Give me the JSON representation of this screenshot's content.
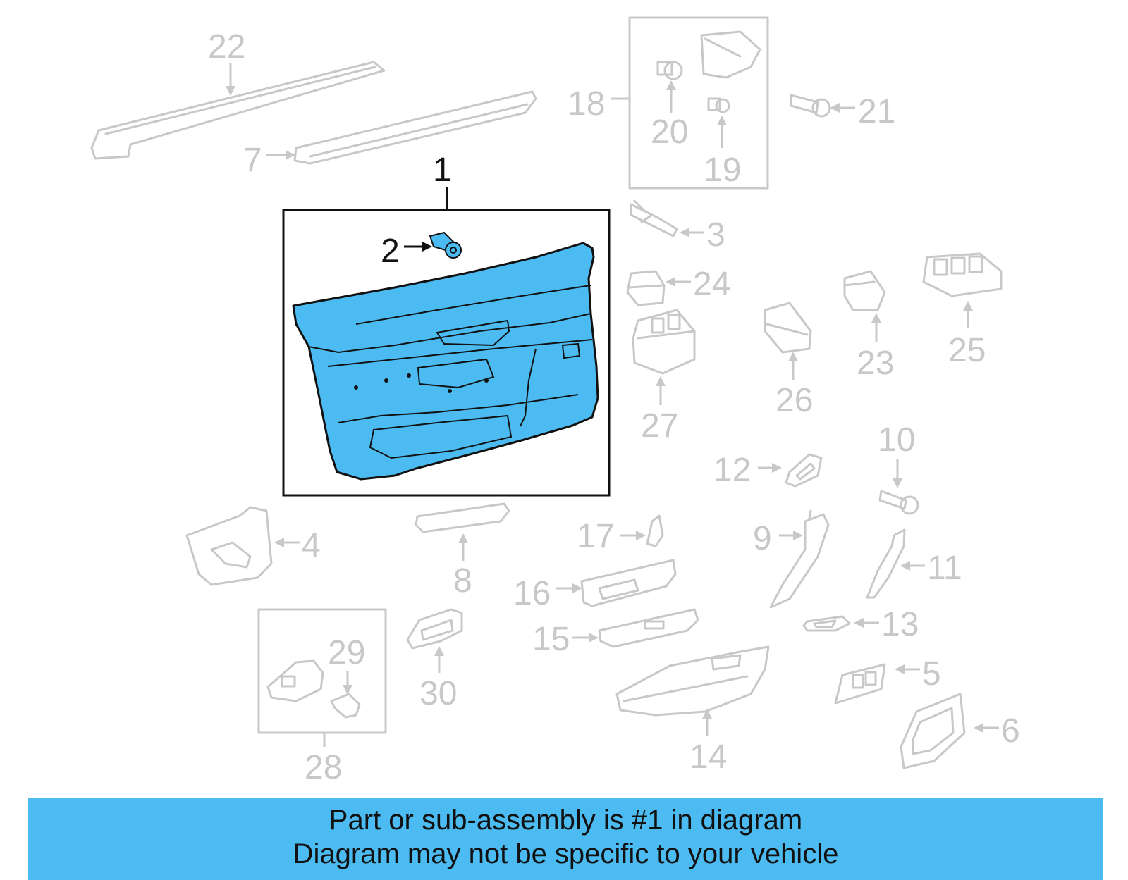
{
  "diagram": {
    "highlight_color": "#4bbbf2",
    "highlighted_part": "1",
    "callouts": {
      "c1": "1",
      "c2": "2",
      "c3": "3",
      "c4": "4",
      "c5": "5",
      "c6": "6",
      "c7": "7",
      "c8": "8",
      "c9": "9",
      "c10": "10",
      "c11": "11",
      "c12": "12",
      "c13": "13",
      "c14": "14",
      "c15": "15",
      "c16": "16",
      "c17": "17",
      "c18": "18",
      "c19": "19",
      "c20": "20",
      "c21": "21",
      "c22": "22",
      "c23": "23",
      "c24": "24",
      "c25": "25",
      "c26": "26",
      "c27": "27",
      "c28": "28",
      "c29": "29",
      "c30": "30"
    }
  },
  "footer": {
    "line1": "Part or sub-assembly is #1 in diagram",
    "line2": "Diagram may not be specific to your vehicle"
  }
}
